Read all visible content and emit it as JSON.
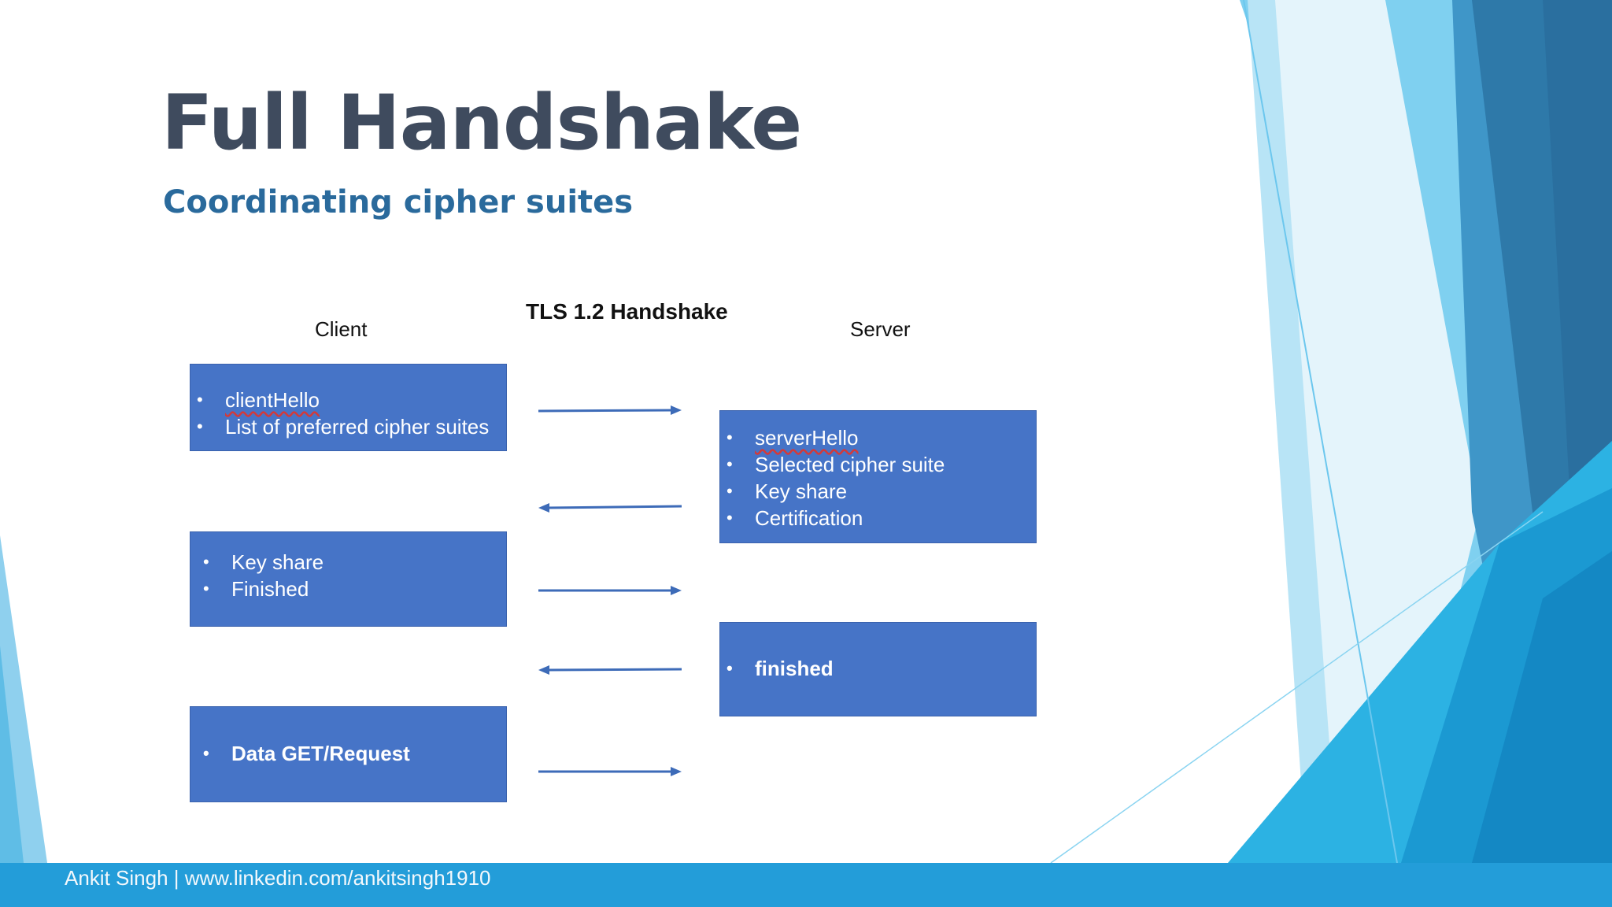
{
  "slide": {
    "title": "Full Handshake",
    "subtitle": "Coordinating cipher suites"
  },
  "diagram": {
    "title": "TLS 1.2 Handshake",
    "client_label": "Client",
    "server_label": "Server",
    "client_boxes": [
      {
        "items": [
          "clientHello",
          "List of preferred cipher suites"
        ]
      },
      {
        "items": [
          "Key share",
          "Finished"
        ]
      },
      {
        "items": [
          "Data GET/Request"
        ]
      }
    ],
    "server_boxes": [
      {
        "items": [
          "serverHello",
          "Selected cipher suite",
          "Key share",
          "Certification"
        ]
      },
      {
        "items": [
          "finished"
        ]
      }
    ],
    "arrows": [
      "right",
      "left",
      "right",
      "left",
      "right"
    ],
    "box_color": "#4674c7",
    "arrow_color": "#3d6bb8"
  },
  "footer": {
    "text": "Ankit Singh  |  www.linkedin.com/ankitsingh1910",
    "color": "#239dd9"
  }
}
